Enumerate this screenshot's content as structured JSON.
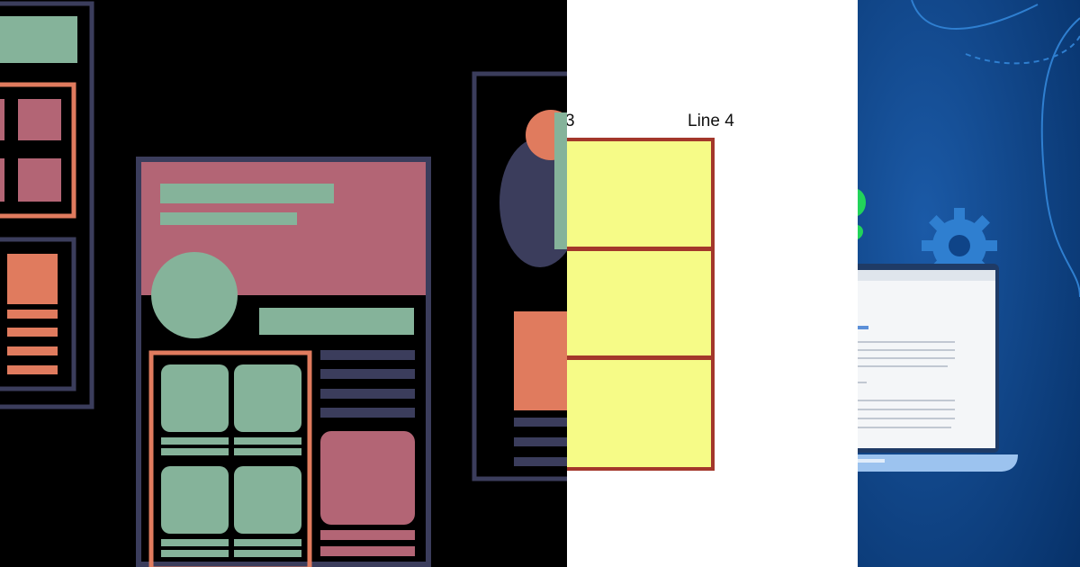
{
  "composite": {
    "left_panel": {
      "theme": "dark",
      "palette": {
        "bg": "#000000",
        "frame": "#3b3d5c",
        "pink": "#b36575",
        "green": "#85b39a",
        "orange": "#e07b5e"
      }
    },
    "middle_panel": {
      "labels": [
        "3",
        "Line 4"
      ],
      "grid_fill": "#f6fb87",
      "grid_border": "#a3372b",
      "rows": 3
    },
    "right_panel": {
      "bg": "#0b3d7e",
      "accent": "#2f7fd0",
      "leaf_color": "#22d35a"
    }
  }
}
